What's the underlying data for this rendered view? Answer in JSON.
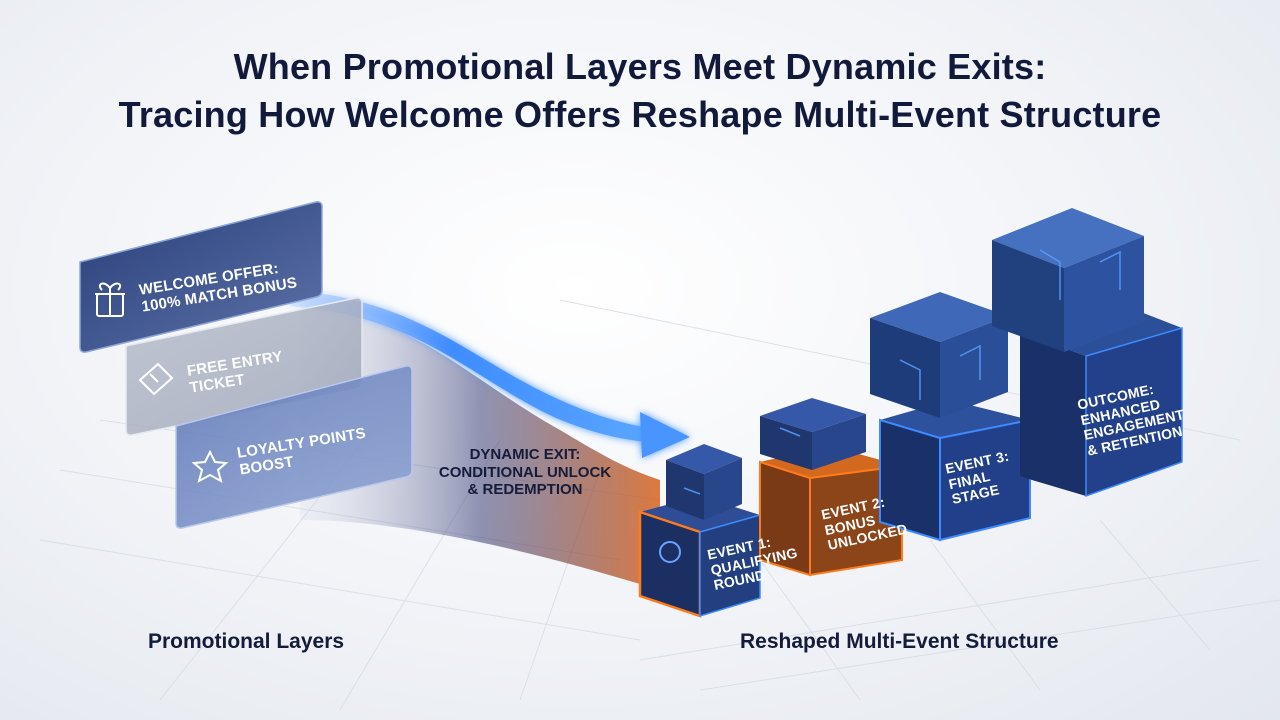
{
  "title": {
    "line1": "When Promotional Layers Meet Dynamic Exits:",
    "line2": "Tracing How Welcome Offers Reshape Multi-Event Structure"
  },
  "layers": [
    {
      "line1": "WELCOME OFFER:",
      "line2": "100% MATCH BONUS",
      "icon": "gift-icon"
    },
    {
      "line1": "FREE ENTRY",
      "line2": "TICKET",
      "icon": "ticket-icon"
    },
    {
      "line1": "LOYALTY POINTS",
      "line2": "BOOST",
      "icon": "star-icon"
    }
  ],
  "exit": {
    "line1": "DYNAMIC EXIT:",
    "line2": "CONDITIONAL UNLOCK",
    "line3": "& REDEMPTION"
  },
  "events": [
    {
      "line1": "EVENT 1:",
      "line2": "QUALIFYING",
      "line3": "ROUND"
    },
    {
      "line1": "EVENT 2:",
      "line2": "BONUS",
      "line3": "UNLOCKED"
    },
    {
      "line1": "EVENT 3:",
      "line2": "FINAL",
      "line3": "STAGE"
    }
  ],
  "outcome": {
    "line1": "OUTCOME:",
    "line2": "ENHANCED",
    "line3": "ENGAGEMENT",
    "line4": "& RETENTION"
  },
  "captions": {
    "left": "Promotional Layers",
    "right": "Reshaped Multi-Event Structure"
  },
  "colors": {
    "navy": "#1b2f63",
    "blue_glow": "#3d8bff",
    "orange_glow": "#ff7a1a",
    "title_text": "#121a3b"
  }
}
